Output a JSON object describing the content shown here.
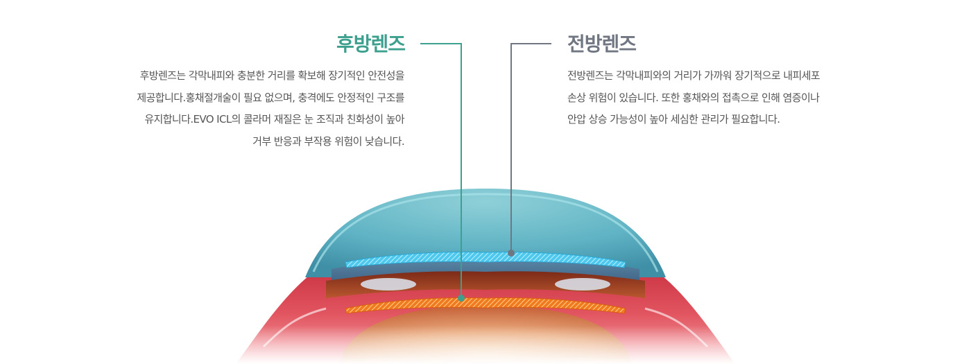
{
  "colors": {
    "posterior_accent": "#3d9f8e",
    "anterior_accent": "#707782",
    "text": "#555555"
  },
  "posterior_lens": {
    "title": "후방렌즈",
    "lines": [
      "후방렌즈는 각막내피와 충분한 거리를 확보해 장기적인 안전성을",
      "제공합니다.홍채절개술이 필요 없으며, 충격에도 안정적인 구조를",
      "유지합니다.EVO ICL의 콜라머 재질은 눈 조직과 친화성이 높아",
      "거부 반응과 부작용 위험이 낮습니다."
    ]
  },
  "anterior_lens": {
    "title": "전방렌즈",
    "lines": [
      "전방렌즈는 각막내피와의 거리가 가까워 장기적으로 내피세포",
      "손상 위험이 있습니다. 또한 홍채와의 접촉으로 인해 염증이나",
      "안압 상승 가능성이 높아 세심한 관리가 필요합니다."
    ]
  }
}
